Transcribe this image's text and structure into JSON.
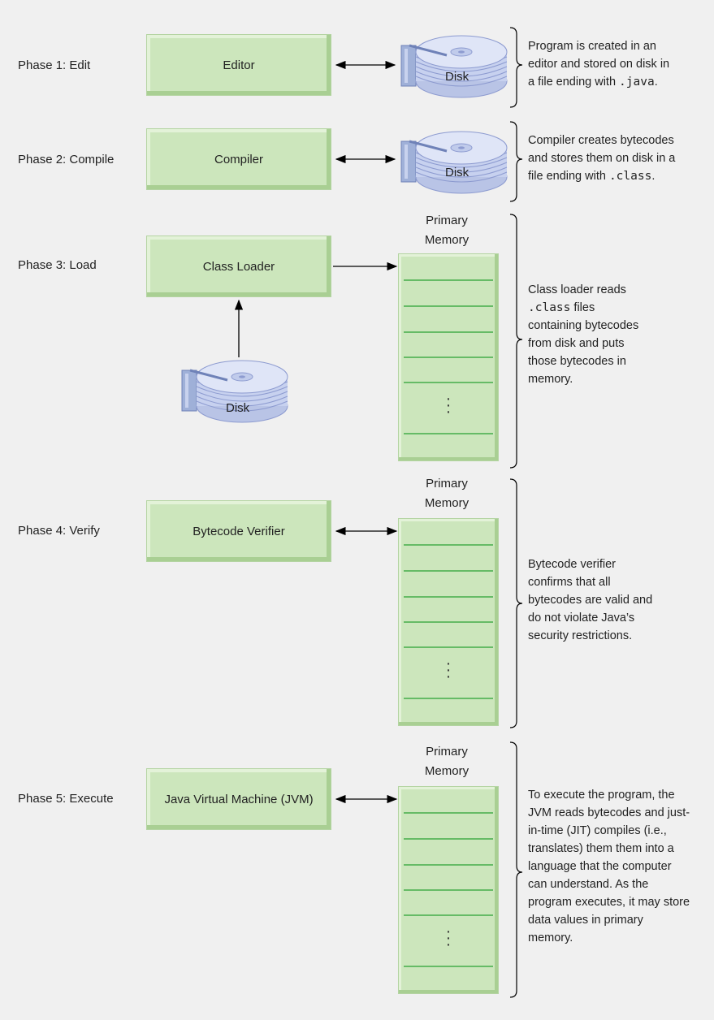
{
  "phases": [
    {
      "label": "Phase 1: Edit",
      "box": "Editor",
      "disk": "Disk",
      "desc": [
        "Program is created in an",
        "editor and stored on disk in",
        "a file ending with "
      ],
      "desc_code": ".java",
      "desc_tail": "."
    },
    {
      "label": "Phase 2: Compile",
      "box": "Compiler",
      "disk": "Disk",
      "desc": [
        "Compiler creates bytecodes",
        "and stores them on disk in a",
        "file ending with "
      ],
      "desc_code": ".class",
      "desc_tail": "."
    },
    {
      "label": "Phase 3: Load",
      "box": "Class Loader",
      "disk": "Disk",
      "memory": "Primary Memory",
      "desc_code": ".class",
      "desc": [
        "Class loader reads",
        " files",
        "containing bytecodes",
        "from disk and puts",
        "those bytecodes in",
        "memory."
      ]
    },
    {
      "label": "Phase 4: Verify",
      "box": "Bytecode Verifier",
      "memory": "Primary Memory",
      "desc": [
        "Bytecode verifier",
        "confirms that all",
        "bytecodes are valid and",
        "do not violate Java’s",
        "security restrictions."
      ]
    },
    {
      "label": "Phase 5: Execute",
      "box": "Java Virtual Machine (JVM)",
      "memory": "Primary Memory",
      "desc": [
        "To execute the program, the",
        "JVM reads bytecodes and just-",
        "in-time (JIT) compiles (i.e.,",
        "translates) them them into a",
        "language that the computer",
        "can understand. As the",
        "program executes, it may store",
        "data values in primary",
        "memory."
      ]
    }
  ],
  "memory_label_lines": [
    "Primary",
    "Memory"
  ],
  "colors": {
    "box_fill": "#cce6bc",
    "memory_line": "#66bb66",
    "background": "#f0f0f0"
  }
}
